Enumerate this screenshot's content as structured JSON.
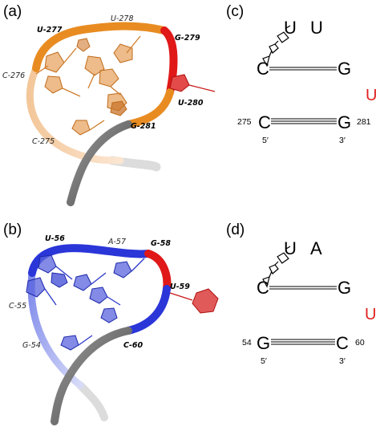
{
  "panels": {
    "a": {
      "letter": "(a)",
      "labels": {
        "u277": "U-277",
        "u278": "U-278",
        "g279": "G-279",
        "c276": "C-276",
        "u280": "U-280",
        "g281": "G-281",
        "c275": "C-275"
      },
      "colors": {
        "loop": "#e8902a",
        "loop_light": "#f3c79a",
        "highlight": "#e01818",
        "stem": "#707070"
      }
    },
    "b": {
      "letter": "(b)",
      "labels": {
        "u56": "U-56",
        "a57": "A-57",
        "g58": "G-58",
        "c55": "C-55",
        "u59": "U-59",
        "g54": "G-54",
        "c60": "C-60"
      },
      "colors": {
        "loop": "#2a36d8",
        "loop_light": "#9aa4ee",
        "highlight": "#e01818",
        "stem": "#707070"
      }
    },
    "c": {
      "letter": "(c)",
      "top_base_1": "U",
      "top_base_2": "U",
      "pair_left": "C",
      "pair_right": "G",
      "bulge": "U",
      "bottom_left": "C",
      "bottom_right": "G",
      "num_left": "275",
      "num_right": "281",
      "end_5": "5′",
      "end_3": "3′"
    },
    "d": {
      "letter": "(d)",
      "top_base_1": "U",
      "top_base_2": "A",
      "pair_left": "C",
      "pair_right": "G",
      "bulge": "U",
      "bottom_left": "G",
      "bottom_right": "C",
      "num_left": "54",
      "num_right": "60",
      "end_5": "5′",
      "end_3": "3′"
    }
  }
}
